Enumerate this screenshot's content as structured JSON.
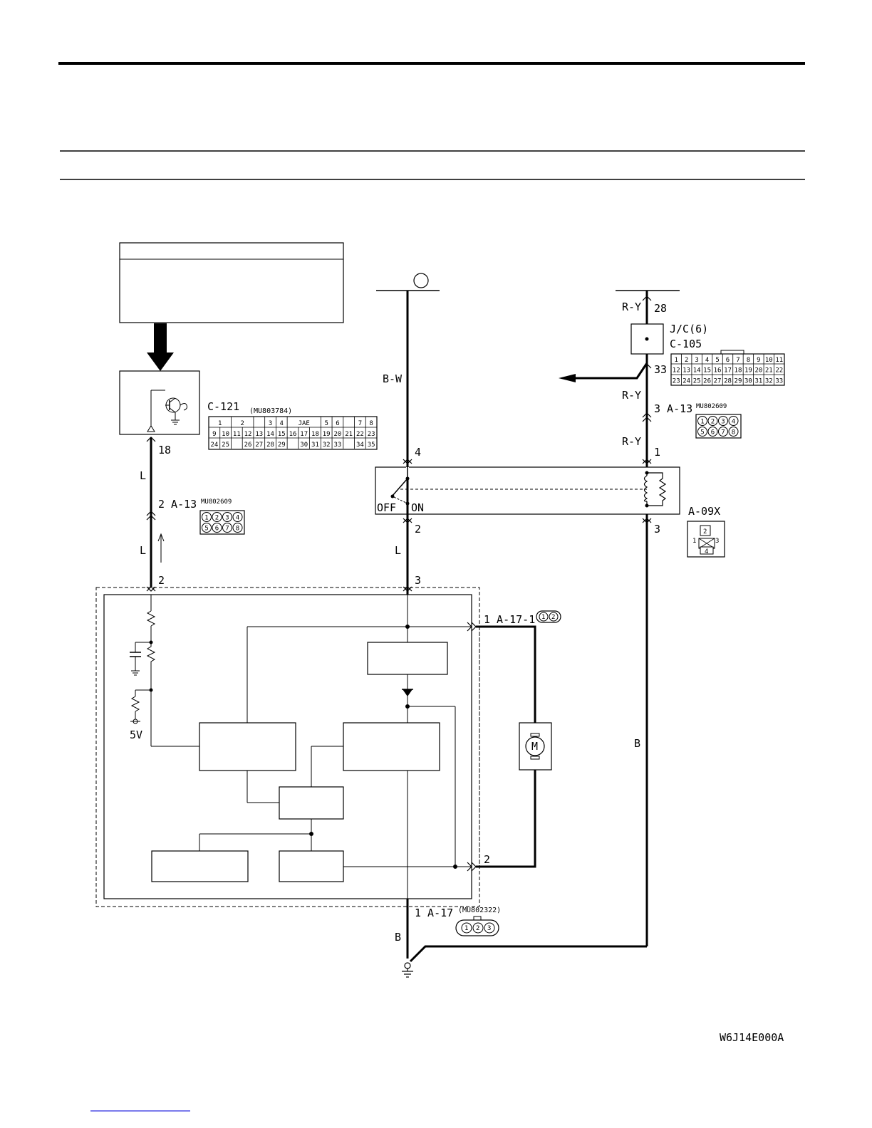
{
  "diagram": {
    "drawing_code": "W6J14E000A",
    "upper_left": {
      "connector_id": "C-121",
      "part_number": "(MU803784)",
      "terminal": "18",
      "wire_color_top": "L",
      "mid_connector": "2 A-13",
      "mid_part_number": "MU802609",
      "wire_color_bottom": "L",
      "module_terminal": "2",
      "c121_row1": [
        "1",
        "2",
        "",
        "3",
        "4",
        "JAE",
        "5",
        "6",
        "",
        "7",
        "8"
      ],
      "c121_row2": [
        "9",
        "10",
        "11",
        "12",
        "13",
        "14",
        "15",
        "16",
        "17",
        "18",
        "19",
        "20",
        "21",
        "22",
        "23"
      ],
      "c121_row3": [
        "24",
        "25",
        "",
        "26",
        "27",
        "28",
        "29",
        "",
        "30",
        "31",
        "32",
        "33",
        "",
        "34",
        "35"
      ],
      "a13_pins": [
        "1",
        "2",
        "3",
        "4",
        "5",
        "6",
        "7",
        "8"
      ]
    },
    "center": {
      "wire_color_top": "B-W",
      "relay_terminal_top": "4",
      "switch_off": "OFF",
      "switch_on": "ON",
      "relay_terminal_bottom": "2",
      "wire_color_mid": "L",
      "module_terminal": "3",
      "ground_connector": "1 A-17",
      "ground_part_number": "(MU802322)",
      "ground_wire_color": "B",
      "a17_pins": [
        "1",
        "2",
        "3"
      ]
    },
    "right": {
      "wire_color_top": "R-Y",
      "jc_terminal_top": "28",
      "jc_name": "J/C(6)",
      "jc_connector": "C-105",
      "jc_terminal_bottom": "33",
      "wire_color_2": "R-Y",
      "mid_connector": "3 A-13",
      "mid_part_number": "MU802609",
      "wire_color_3": "R-Y",
      "relay_terminal_top": "1",
      "relay_connector": "A-09X",
      "relay_terminal_bottom": "3",
      "ground_wire_color": "B",
      "c105_row1": [
        "1",
        "2",
        "3",
        "4",
        "5",
        "6",
        "7",
        "8",
        "9",
        "10",
        "11"
      ],
      "c105_row2": [
        "12",
        "13",
        "14",
        "15",
        "16",
        "17",
        "18",
        "19",
        "20",
        "21",
        "22"
      ],
      "c105_row3": [
        "23",
        "24",
        "25",
        "26",
        "27",
        "28",
        "29",
        "30",
        "31",
        "32",
        "33"
      ],
      "a13_pins": [
        "1",
        "2",
        "3",
        "4",
        "5",
        "6",
        "7",
        "8"
      ],
      "a09x_pins": [
        "1",
        "2",
        "3",
        "4"
      ]
    },
    "motor": {
      "connector": "1 A-17-1",
      "connector_pins": [
        "1",
        "2"
      ],
      "terminal_2": "2",
      "symbol": "M"
    },
    "module": {
      "supply_label": "5V"
    }
  }
}
